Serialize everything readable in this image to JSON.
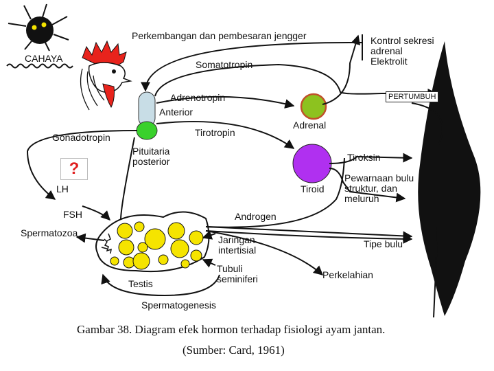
{
  "labels": {
    "cahaya": "CAHAYA",
    "perkembangan": "Perkembangan dan pembesaran jengger",
    "kontrol": "Kontrol sekresi\nadrenal\nElektrolit",
    "somatotropin": "Somatotropin",
    "adrenotropin": "Adrenotropin",
    "anterior": "Anterior",
    "pertumbuhan": "PERTUMBUH",
    "gonadotropin": "Gonadotropin",
    "tirotropin": "Tirotropin",
    "adrenal": "Adrenal",
    "pituitaria": "Pituitaria\nposterior",
    "tiroksin": "Tiroksin",
    "question_mark": "?",
    "lh": "LH",
    "tiroid": "Tiroid",
    "pewarnaan": "Pewarnaan bulu\nstruktur, dan\nmeluruh",
    "fsh": "FSH",
    "androgen": "Androgen",
    "spermatozoa": "Spermatozoa",
    "jaringan": "Jaringan\nintertisial",
    "tipe_bulu": "Tipe bulu",
    "tubuli": "Tubuli\nseminiferi",
    "testis": "Testis",
    "perkelahian": "Perkelahian",
    "spermatogenesis": "Spermatogenesis"
  },
  "caption": {
    "line1": "Gambar 38. Diagram efek hormon terhadap fisiologi ayam jantan.",
    "line2": "(Sumber: Card, 1961)"
  },
  "colors": {
    "adrenal_fill": "#8dc21f",
    "adrenal_stroke": "#c0502a",
    "tiroid_fill": "#b030f0",
    "pituitary_fill": "#c8dde6",
    "posterior_fill": "#39d12c",
    "testis_cells": "#f5e400",
    "comb": "#e8231c",
    "sun": "#111111",
    "question": "#e02020"
  }
}
